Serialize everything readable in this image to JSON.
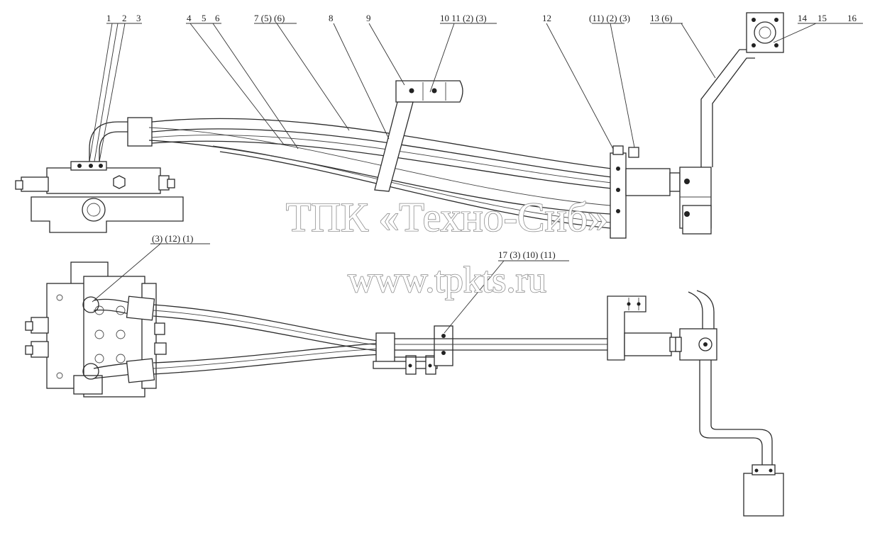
{
  "callouts": {
    "top_1": "1",
    "top_2": "2",
    "top_3": "3",
    "top_4": "4",
    "top_5": "5",
    "top_6": "6",
    "top_7": "7 (5) (6)",
    "top_8": "8",
    "top_9": "9",
    "top_10": "10 11 (2) (3)",
    "top_12": "12",
    "top_11r": "(11) (2) (3)",
    "top_13": "13 (6)",
    "top_14": "14",
    "top_15": "15",
    "top_16": "16",
    "bot_left": "(3) (12) (1)",
    "bot_17": "17 (3) (10) (11)"
  },
  "watermark": {
    "line1": "ТПК «Техно-Сиб»",
    "line2": "www.tpkts.ru"
  },
  "colors": {
    "line": "#2b2b2b",
    "watermark_outline": "#8c8c8c"
  }
}
